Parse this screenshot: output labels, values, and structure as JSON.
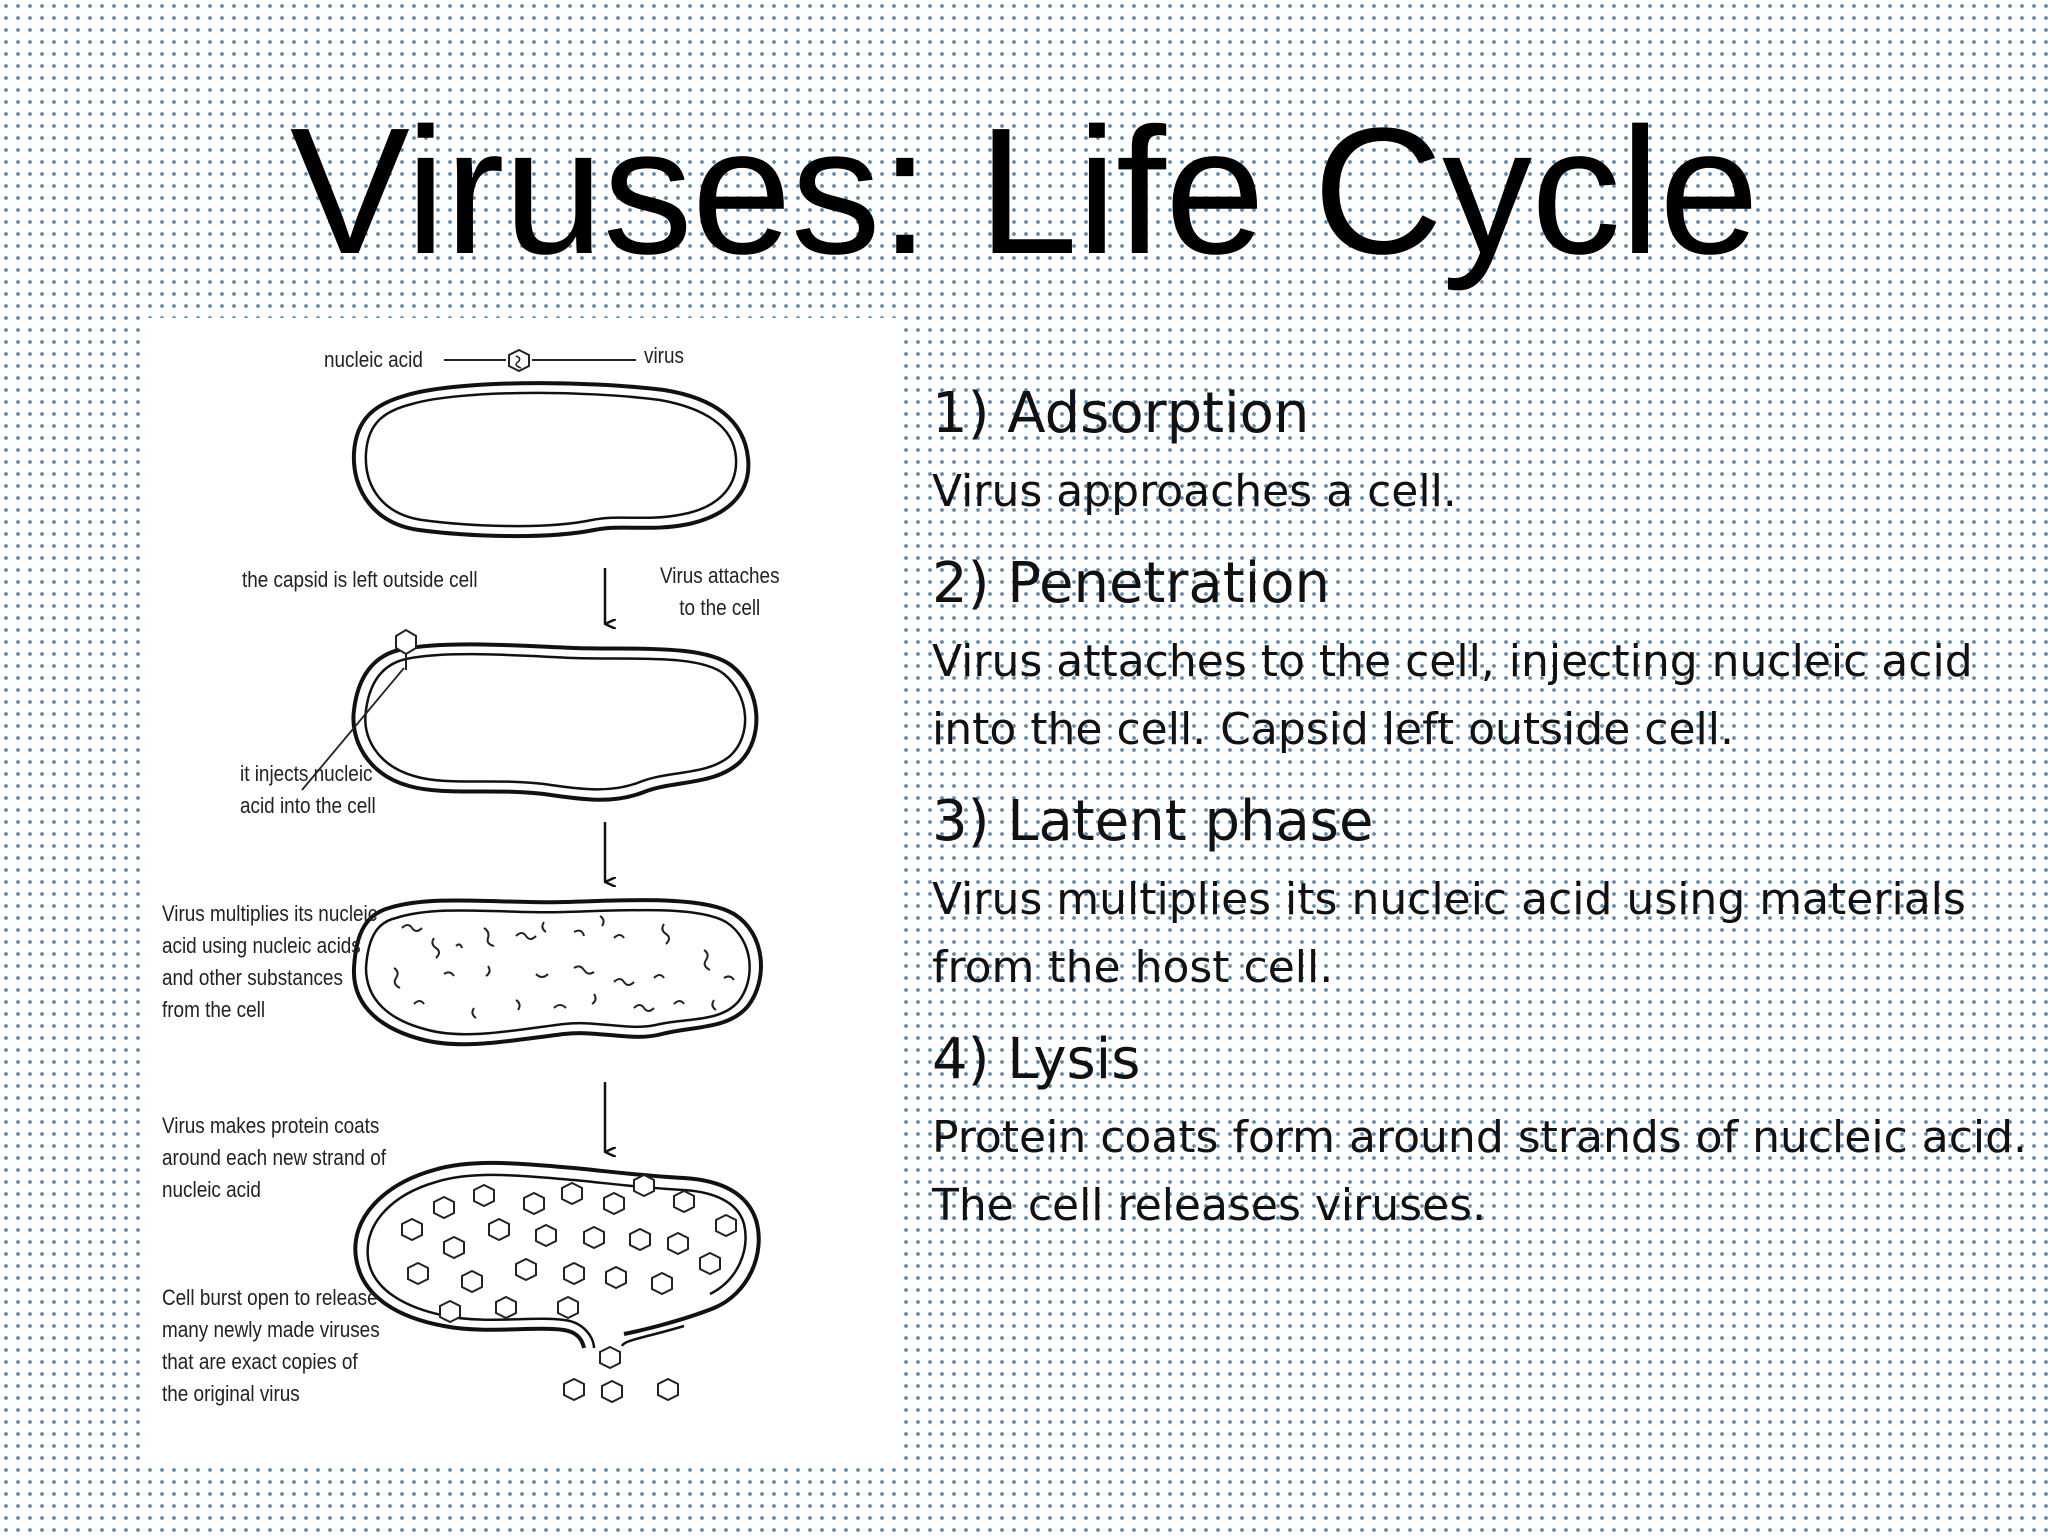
{
  "slide": {
    "title": "Viruses: Life Cycle"
  },
  "figure": {
    "labels": {
      "nucleic_acid": "nucleic acid",
      "virus": "virus",
      "capsid_left": "the capsid is left outside cell",
      "virus_attaches": "Virus attaches\nto the cell",
      "injects": "it injects nucleic\nacid into the cell",
      "multiplies": "Virus multiplies its nucleic\nacid using nucleic acids\nand other substances\nfrom the cell",
      "protein_coats": "Virus makes protein coats\naround each new strand of\nnucleic acid",
      "burst": "Cell burst open to release\nmany newly made viruses\nthat are exact copies of\nthe original virus"
    }
  },
  "steps": [
    {
      "heading": "1) Adsorption",
      "text": "Virus approaches a cell."
    },
    {
      "heading": "2) Penetration",
      "text": "Virus attaches to the cell, injecting nucleic acid into the cell. Capsid left outside cell."
    },
    {
      "heading": "3) Latent phase",
      "text": "Virus multiplies its nucleic acid using materials from the host cell."
    },
    {
      "heading": "4) Lysis",
      "text": "Protein coats form around strands of nucleic acid. The cell releases viruses."
    }
  ]
}
